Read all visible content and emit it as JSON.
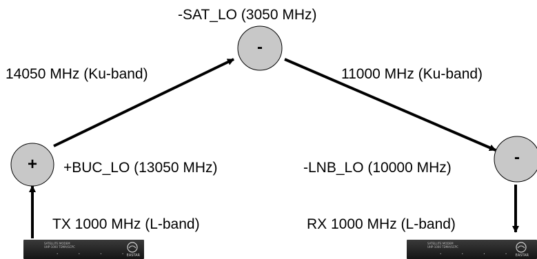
{
  "nodes": {
    "buc_mixer": {
      "symbol": "+",
      "label": "+BUC_LO (13050 MHz)"
    },
    "sat_mixer": {
      "symbol": "-",
      "label": "-SAT_LO (3050 MHz)"
    },
    "lnb_mixer": {
      "symbol": "-",
      "label": "-LNB_LO (10000 MHz)"
    }
  },
  "links": {
    "uplink": "14050 MHz (Ku-band)",
    "downlink": "11000 MHz (Ku-band)",
    "tx": "TX 1000 MHz (L-band)",
    "rx": "RX 1000 MHz (L-band)"
  },
  "devices": {
    "tx_modem": {
      "name": "satellite-modem",
      "logo": "EASTAR"
    },
    "rx_modem": {
      "name": "satellite-modem",
      "logo": "EASTAR"
    }
  },
  "colors": {
    "node_fill": "#c8c8c8",
    "stroke": "#000000"
  }
}
